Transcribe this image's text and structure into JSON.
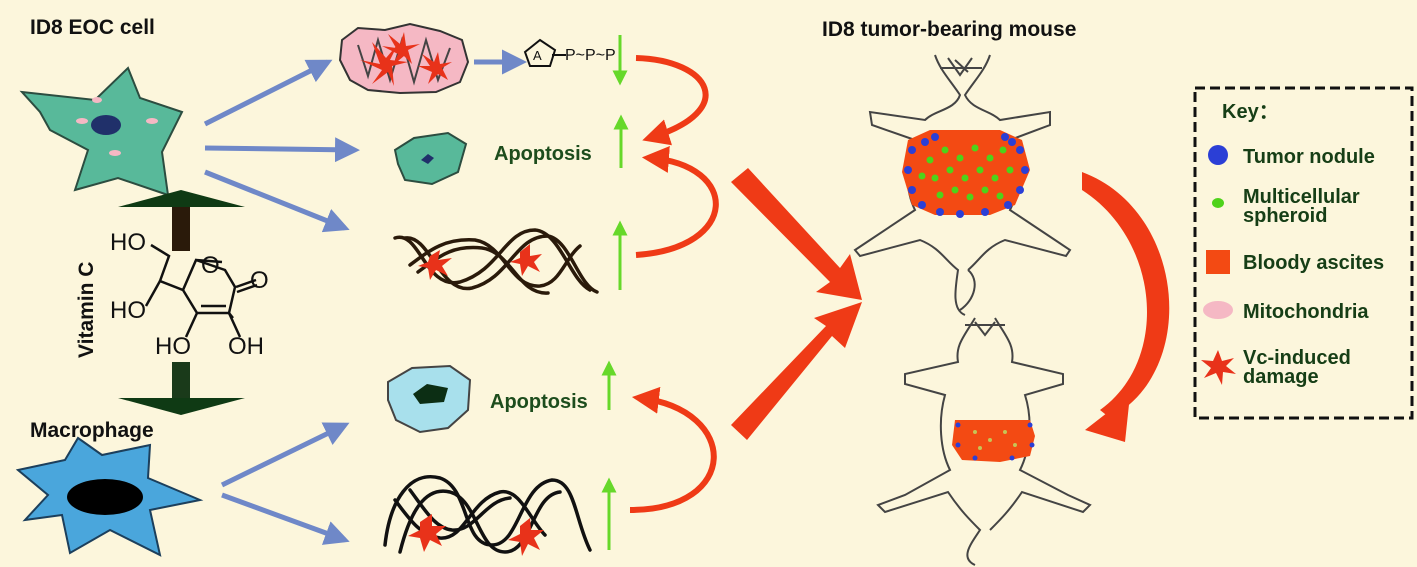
{
  "labels": {
    "eoc_title": "ID8 EOC cell",
    "macrophage_title": "Macrophage",
    "mouse_title": "ID8 tumor-bearing mouse",
    "vitamin_c": "Vitamin C",
    "apoptosis_top": "Apoptosis",
    "apoptosis_bottom": "Apoptosis",
    "atp_a": "A",
    "atp_chain": "P~P~P"
  },
  "molecule": {
    "ho_top": "HO",
    "ho_mid": "HO",
    "ho_bottom": "HO",
    "oh_bottom": "OH",
    "o_ring": "O",
    "o_carbonyl": "O"
  },
  "key": {
    "title": "Key：",
    "items": [
      {
        "label": "Tumor nodule",
        "color": "#2b3fd6"
      },
      {
        "label_line1": "Multicellular",
        "label_line2": "spheroid",
        "color": "#4ed21a"
      },
      {
        "label": "Bloody ascites",
        "color": "#f34a13"
      },
      {
        "label": "Mitochondria",
        "color": "#f5b8c4"
      },
      {
        "label_line1": "Vc-induced",
        "label_line2": "damage",
        "color": "#e8321a"
      }
    ]
  },
  "colors": {
    "background": "#fcf6dc",
    "eoc_cell": "#58b99a",
    "macrophage": "#4aa6dc",
    "blue_arrow": "#6f88c8",
    "red_arrow": "#ef3a16",
    "green_arrow": "#66d82a"
  }
}
